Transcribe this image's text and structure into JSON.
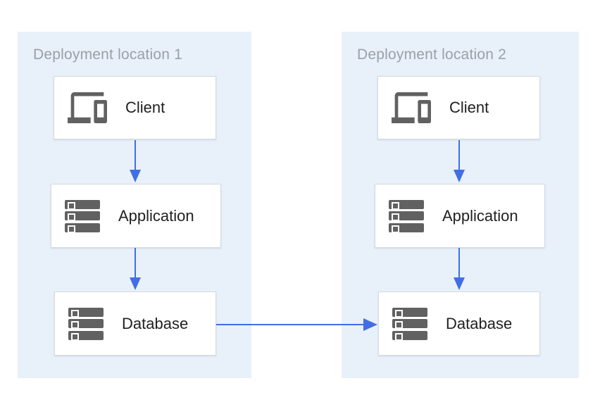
{
  "diagram": {
    "type": "architecture-diagram",
    "panels": [
      {
        "id": "deployment-location-1",
        "label": "Deployment location 1",
        "nodes": [
          {
            "id": "client-1",
            "label": "Client",
            "icon": "devices-icon"
          },
          {
            "id": "application-1",
            "label": "Application",
            "icon": "server-stack-icon"
          },
          {
            "id": "database-1",
            "label": "Database",
            "icon": "server-stack-icon"
          }
        ]
      },
      {
        "id": "deployment-location-2",
        "label": "Deployment location 2",
        "nodes": [
          {
            "id": "client-2",
            "label": "Client",
            "icon": "devices-icon"
          },
          {
            "id": "application-2",
            "label": "Application",
            "icon": "server-stack-icon"
          },
          {
            "id": "database-2",
            "label": "Database",
            "icon": "server-stack-icon"
          }
        ]
      }
    ],
    "edges": [
      {
        "from": "client-1",
        "to": "application-1",
        "direction": "down"
      },
      {
        "from": "application-1",
        "to": "database-1",
        "direction": "down"
      },
      {
        "from": "client-2",
        "to": "application-2",
        "direction": "down"
      },
      {
        "from": "application-2",
        "to": "database-2",
        "direction": "down"
      },
      {
        "from": "database-1",
        "to": "database-2",
        "direction": "right"
      }
    ]
  },
  "colors": {
    "panel-bg": "#e8f1fa",
    "node-bg": "#ffffff",
    "node-border": "#d8dade",
    "arrow-blue": "#416ee4",
    "icon-gray": "#616161",
    "panel-label-gray": "#9aa0a6",
    "node-label": "#212121",
    "page-bg": "#ffffff"
  }
}
